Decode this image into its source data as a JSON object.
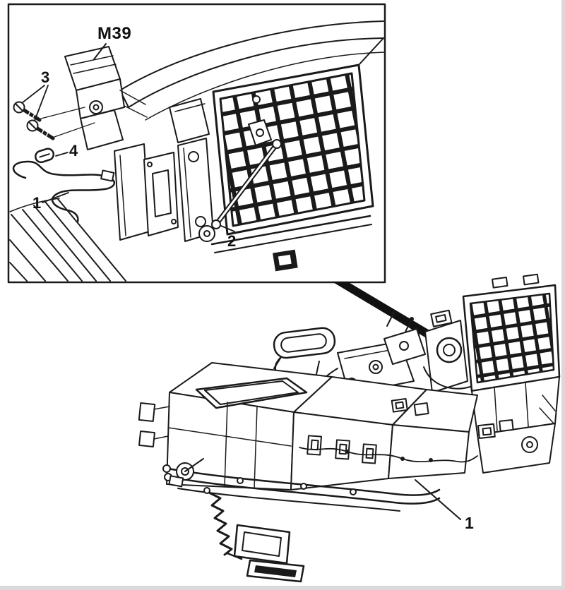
{
  "colors": {
    "background": "#ffffff",
    "ink": "#1a1a1a",
    "pointer": "#111111"
  },
  "inset": {
    "labels": {
      "motor": "M39",
      "screws": "3",
      "clip": "4",
      "harness": "1",
      "rod": "2"
    }
  },
  "main_view": {
    "labels": {
      "unit": "1"
    }
  }
}
